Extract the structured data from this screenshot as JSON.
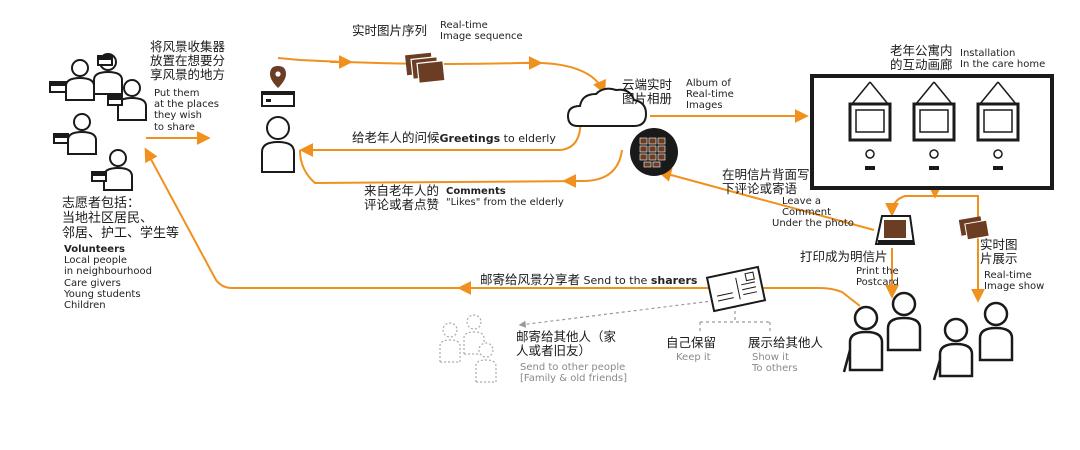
{
  "colors": {
    "accent": "#f0911e",
    "stroke": "#1a1a1a",
    "photo": "#6b3d23",
    "grey": "#9a9a9a"
  },
  "sharers": {
    "cn": [
      "将风景收集器",
      "放置在想要分",
      "享风景的地方"
    ],
    "en": [
      "Put them",
      "at the places",
      "they wish",
      "to share"
    ]
  },
  "volunteers": {
    "cn": [
      "志愿者包括：",
      "当地社区居民、",
      "邻居、护工、学生等"
    ],
    "title": "Volunteers",
    "items": [
      "Local people",
      "in neighbourhood",
      "Care givers",
      "Young students",
      "Children"
    ]
  },
  "realtime_seq": {
    "cn": "实时图片序列",
    "en": [
      "Real-time",
      "Image sequence"
    ]
  },
  "cloud": {
    "cn": [
      "云端实时",
      "图片相册"
    ],
    "en": [
      "Album of",
      "Real-time",
      "Images"
    ]
  },
  "greetings": {
    "cn": "给老年人的问候",
    "en_bold": "Greetings",
    "en_rest": " to elderly"
  },
  "comments": {
    "cn": [
      "来自老年人的",
      "评论或者点赞"
    ],
    "en_bold": "Comments",
    "en_rest": "\"Likes\" from the elderly"
  },
  "installation": {
    "cn": [
      "老年公寓内",
      "的互动画廊"
    ],
    "en": [
      "Installation",
      "In the care home"
    ]
  },
  "leave_comment": {
    "cn": [
      "在明信片背面写",
      "下评论或寄语"
    ],
    "en": [
      "Leave a",
      "Comment",
      "Under the photo"
    ]
  },
  "print": {
    "cn": "打印成为明信片",
    "en": [
      "Print the",
      "Postcard"
    ]
  },
  "show": {
    "cn": [
      "实时图",
      "片展示"
    ],
    "en": [
      "Real-time",
      "Image show"
    ]
  },
  "mail_sharers": {
    "cn": "邮寄给风景分享者",
    "en_rest": " Send to the ",
    "en_bold": "sharers"
  },
  "mail_others": {
    "cn": [
      "邮寄给其他人（家",
      "人或者旧友）"
    ],
    "en": [
      "Send to other people",
      "[Family & old friends]"
    ]
  },
  "keep": {
    "cn": "自己保留",
    "en": "Keep it"
  },
  "show_others": {
    "cn": "展示给其他人",
    "en": [
      "Show it",
      "To others"
    ]
  }
}
